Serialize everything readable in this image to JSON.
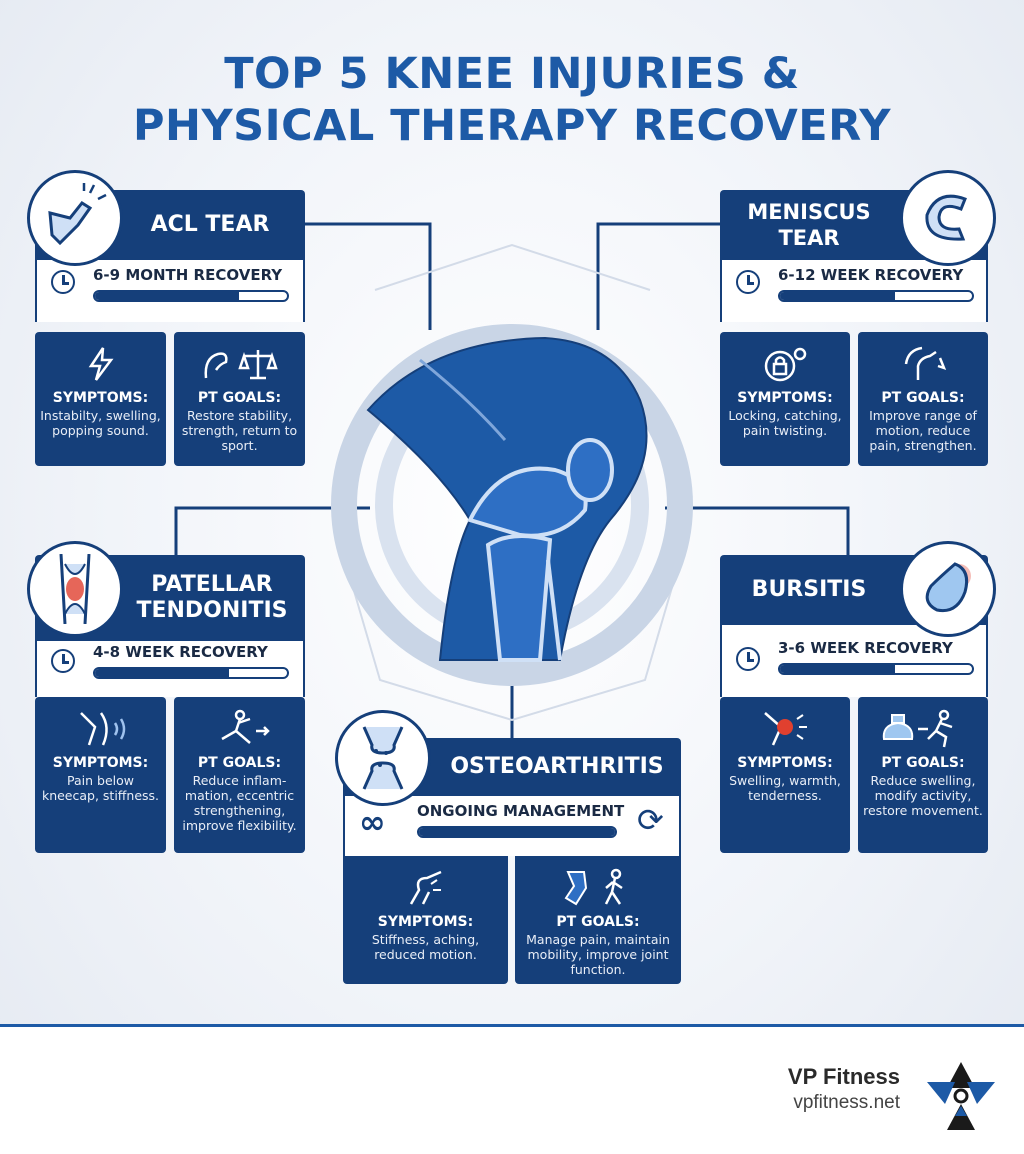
{
  "title_line1": "TOP 5 KNEE INJURIES &",
  "title_line2": "PHYSICAL THERAPY RECOVERY",
  "colors": {
    "navy": "#153f7a",
    "blue": "#1d5aa6",
    "accent_red": "#e0402f"
  },
  "injuries": [
    {
      "name": "ACL TEAR",
      "recovery": "6-9 MONTH RECOVERY",
      "progress": 0.75,
      "symptoms_label": "SYMPTOMS:",
      "symptoms": "Instabilty, swelling, popping sound.",
      "pt_label": "PT GOALS:",
      "pt": "Restore stability, strength, return to sport.",
      "icon": "knee-pain-icon",
      "symptom_icon": "lightning-icon",
      "pt_icon": "muscle-scale-icon"
    },
    {
      "name": "MENISCUS TEAR",
      "recovery": "6-12 WEEK RECOVERY",
      "progress": 0.6,
      "symptoms_label": "SYMPTOMS:",
      "symptoms": "Locking, catching, pain twisting.",
      "pt_label": "PT GOALS:",
      "pt": "Improve range of motion, reduce pain, strengthen.",
      "icon": "meniscus-icon",
      "symptom_icon": "lock-gear-icon",
      "pt_icon": "leg-rotation-icon"
    },
    {
      "name": "PATELLAR TENDONITIS",
      "recovery": "4-8 WEEK RECOVERY",
      "progress": 0.7,
      "symptoms_label": "SYMPTOMS:",
      "symptoms": "Pain below kneecap, stiffness.",
      "pt_label": "PT GOALS:",
      "pt": "Reduce inflam-mation, eccentric strengthening, improve flexibility.",
      "icon": "tendon-icon",
      "symptom_icon": "knee-wave-icon",
      "pt_icon": "stretch-icon"
    },
    {
      "name": "BURSITIS",
      "recovery": "3-6 WEEK RECOVERY",
      "progress": 0.6,
      "symptoms_label": "SYMPTOMS:",
      "symptoms": "Swelling, warmth, tenderness.",
      "pt_label": "PT GOALS:",
      "pt": "Reduce swelling, modify activity, restore movement.",
      "icon": "bursa-icon",
      "symptom_icon": "inflamed-knee-icon",
      "pt_icon": "ice-pack-runner-icon"
    },
    {
      "name": "OSTEOARTHRITIS",
      "recovery": "ONGOING MANAGEMENT",
      "progress": 1.0,
      "symptoms_label": "SYMPTOMS:",
      "symptoms": "Stiffness, aching, reduced motion.",
      "pt_label": "PT GOALS:",
      "pt": "Manage pain, maintain mobility, improve joint function.",
      "icon": "arthritic-joint-icon",
      "symptom_icon": "sore-knee-icon",
      "pt_icon": "brace-walker-icon"
    }
  ],
  "brand": {
    "name": "VP Fitness",
    "url": "vpfitness.net"
  }
}
